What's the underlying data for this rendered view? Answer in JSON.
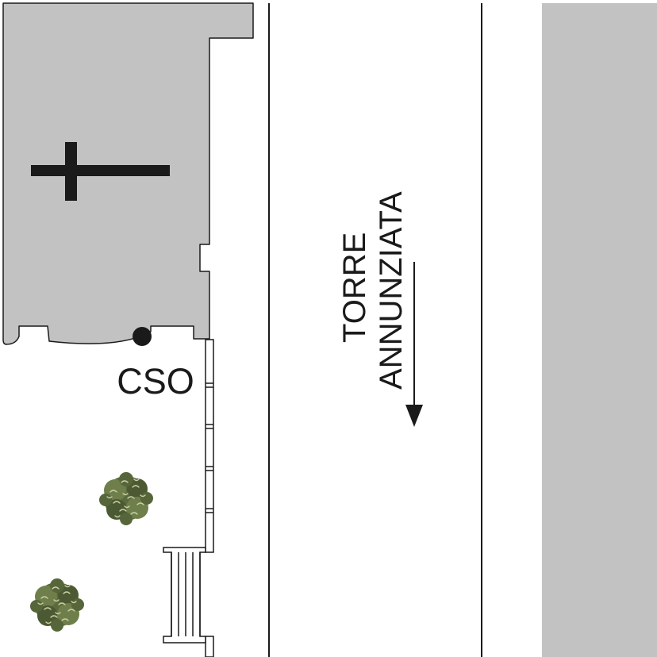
{
  "map": {
    "marker_label": "CSO",
    "street_line1": "TORRE",
    "street_line2": "ANNUNZIATA",
    "colors": {
      "building": "#c2c2c2",
      "outline": "#1a1a1a",
      "background": "#ffffff",
      "foliage_dark": "#5b6b3e",
      "foliage_light": "#c9cfa4"
    },
    "icons": [
      "church-cross-icon",
      "cso-marker-icon",
      "direction-arrow-icon",
      "tree-icon"
    ]
  }
}
